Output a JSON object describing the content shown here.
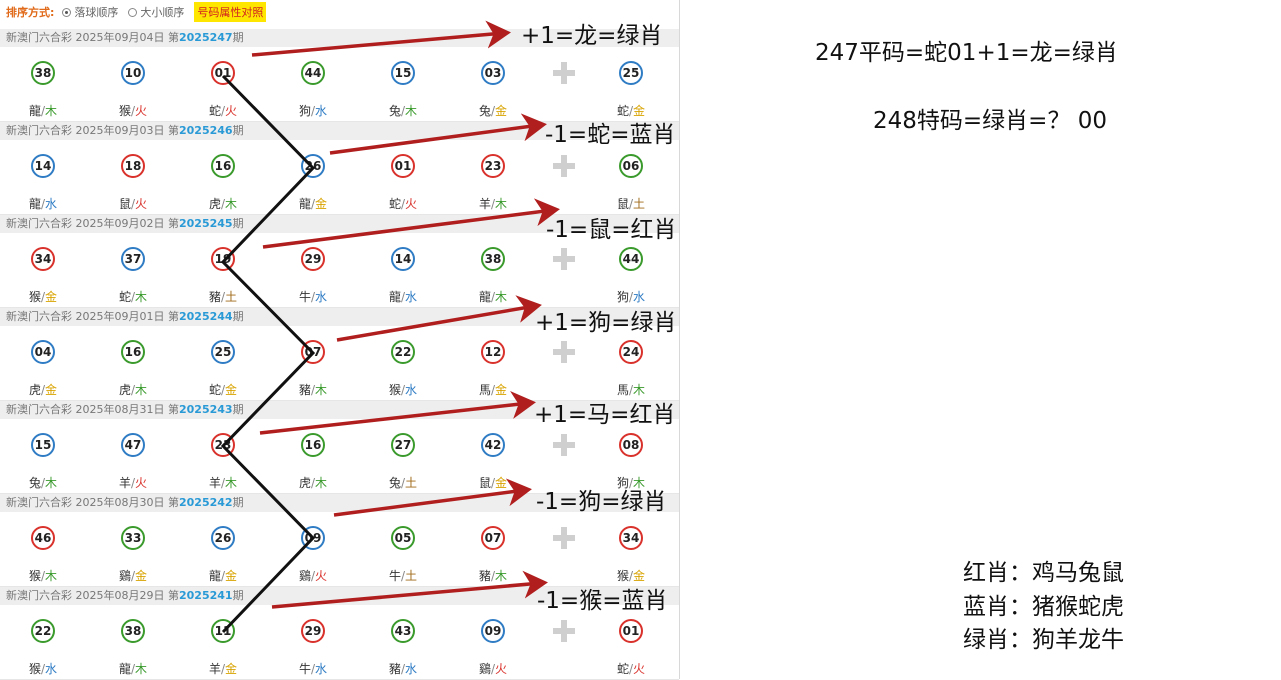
{
  "sortbar": {
    "label": "排序方式:",
    "options": [
      "落球顺序",
      "大小顺序"
    ],
    "selected": 0,
    "attr_button": "号码属性对照"
  },
  "draws": [
    {
      "header_prefix": "新澳门六合彩 2025年09月04日 第",
      "period": "2025247",
      "suffix": "期",
      "balls": [
        {
          "num": "38",
          "color": "green",
          "zodiac": "龍",
          "element": "木"
        },
        {
          "num": "10",
          "color": "blue",
          "zodiac": "猴",
          "element": "火"
        },
        {
          "num": "01",
          "color": "red",
          "zodiac": "蛇",
          "element": "火"
        },
        {
          "num": "44",
          "color": "green",
          "zodiac": "狗",
          "element": "水"
        },
        {
          "num": "15",
          "color": "blue",
          "zodiac": "兔",
          "element": "木"
        },
        {
          "num": "03",
          "color": "blue",
          "zodiac": "兔",
          "element": "金"
        },
        {
          "num": "25",
          "color": "blue",
          "zodiac": "蛇",
          "element": "金"
        }
      ]
    },
    {
      "header_prefix": "新澳门六合彩 2025年09月03日 第",
      "period": "2025246",
      "suffix": "期",
      "balls": [
        {
          "num": "14",
          "color": "blue",
          "zodiac": "龍",
          "element": "水"
        },
        {
          "num": "18",
          "color": "red",
          "zodiac": "鼠",
          "element": "火"
        },
        {
          "num": "16",
          "color": "green",
          "zodiac": "虎",
          "element": "木"
        },
        {
          "num": "26",
          "color": "blue",
          "zodiac": "龍",
          "element": "金"
        },
        {
          "num": "01",
          "color": "red",
          "zodiac": "蛇",
          "element": "火"
        },
        {
          "num": "23",
          "color": "red",
          "zodiac": "羊",
          "element": "木"
        },
        {
          "num": "06",
          "color": "green",
          "zodiac": "鼠",
          "element": "土"
        }
      ]
    },
    {
      "header_prefix": "新澳门六合彩 2025年09月02日 第",
      "period": "2025245",
      "suffix": "期",
      "balls": [
        {
          "num": "34",
          "color": "red",
          "zodiac": "猴",
          "element": "金"
        },
        {
          "num": "37",
          "color": "blue",
          "zodiac": "蛇",
          "element": "木"
        },
        {
          "num": "19",
          "color": "red",
          "zodiac": "豬",
          "element": "土"
        },
        {
          "num": "29",
          "color": "red",
          "zodiac": "牛",
          "element": "水"
        },
        {
          "num": "14",
          "color": "blue",
          "zodiac": "龍",
          "element": "水"
        },
        {
          "num": "38",
          "color": "green",
          "zodiac": "龍",
          "element": "木"
        },
        {
          "num": "44",
          "color": "green",
          "zodiac": "狗",
          "element": "水"
        }
      ]
    },
    {
      "header_prefix": "新澳门六合彩 2025年09月01日 第",
      "period": "2025244",
      "suffix": "期",
      "balls": [
        {
          "num": "04",
          "color": "blue",
          "zodiac": "虎",
          "element": "金"
        },
        {
          "num": "16",
          "color": "green",
          "zodiac": "虎",
          "element": "木"
        },
        {
          "num": "25",
          "color": "blue",
          "zodiac": "蛇",
          "element": "金"
        },
        {
          "num": "07",
          "color": "red",
          "zodiac": "豬",
          "element": "木"
        },
        {
          "num": "22",
          "color": "green",
          "zodiac": "猴",
          "element": "水"
        },
        {
          "num": "12",
          "color": "red",
          "zodiac": "馬",
          "element": "金"
        },
        {
          "num": "24",
          "color": "red",
          "zodiac": "馬",
          "element": "木"
        }
      ]
    },
    {
      "header_prefix": "新澳门六合彩 2025年08月31日 第",
      "period": "2025243",
      "suffix": "期",
      "balls": [
        {
          "num": "15",
          "color": "blue",
          "zodiac": "兔",
          "element": "木"
        },
        {
          "num": "47",
          "color": "blue",
          "zodiac": "羊",
          "element": "火"
        },
        {
          "num": "23",
          "color": "red",
          "zodiac": "羊",
          "element": "木"
        },
        {
          "num": "16",
          "color": "green",
          "zodiac": "虎",
          "element": "木"
        },
        {
          "num": "27",
          "color": "green",
          "zodiac": "兔",
          "element": "土"
        },
        {
          "num": "42",
          "color": "blue",
          "zodiac": "鼠",
          "element": "金"
        },
        {
          "num": "08",
          "color": "red",
          "zodiac": "狗",
          "element": "木"
        }
      ]
    },
    {
      "header_prefix": "新澳门六合彩 2025年08月30日 第",
      "period": "2025242",
      "suffix": "期",
      "balls": [
        {
          "num": "46",
          "color": "red",
          "zodiac": "猴",
          "element": "木"
        },
        {
          "num": "33",
          "color": "green",
          "zodiac": "鷄",
          "element": "金"
        },
        {
          "num": "26",
          "color": "blue",
          "zodiac": "龍",
          "element": "金"
        },
        {
          "num": "09",
          "color": "blue",
          "zodiac": "鷄",
          "element": "火"
        },
        {
          "num": "05",
          "color": "green",
          "zodiac": "牛",
          "element": "土"
        },
        {
          "num": "07",
          "color": "red",
          "zodiac": "豬",
          "element": "木"
        },
        {
          "num": "34",
          "color": "red",
          "zodiac": "猴",
          "element": "金"
        }
      ]
    },
    {
      "header_prefix": "新澳门六合彩 2025年08月29日 第",
      "period": "2025241",
      "suffix": "期",
      "balls": [
        {
          "num": "22",
          "color": "green",
          "zodiac": "猴",
          "element": "水"
        },
        {
          "num": "38",
          "color": "green",
          "zodiac": "龍",
          "element": "木"
        },
        {
          "num": "11",
          "color": "green",
          "zodiac": "羊",
          "element": "金"
        },
        {
          "num": "29",
          "color": "red",
          "zodiac": "牛",
          "element": "水"
        },
        {
          "num": "43",
          "color": "green",
          "zodiac": "豬",
          "element": "水"
        },
        {
          "num": "09",
          "color": "blue",
          "zodiac": "鷄",
          "element": "火"
        },
        {
          "num": "01",
          "color": "red",
          "zodiac": "蛇",
          "element": "火"
        }
      ]
    }
  ],
  "annotations": [
    "+1=龙=绿肖",
    "-1=蛇=蓝肖",
    "-1=鼠=红肖",
    "+1=狗=绿肖",
    "+1=马=红肖",
    "-1=狗=绿肖",
    "-1=猴=蓝肖"
  ],
  "notes": {
    "line1": "247平码=蛇01+1=龙=绿肖",
    "line2": "248特码=绿肖=？ 00"
  },
  "legend": [
    "红肖：鸡马兔鼠",
    "蓝肖：猪猴蛇虎",
    "绿肖：狗羊龙牛"
  ],
  "colors": {
    "red_ball": "#d9312b",
    "blue_ball": "#2f7cc4",
    "green_ball": "#3a9a2c",
    "arrow": "#b01e1e",
    "period_number": "#2a9ad6",
    "attr_button_bg": "#ffe600"
  }
}
